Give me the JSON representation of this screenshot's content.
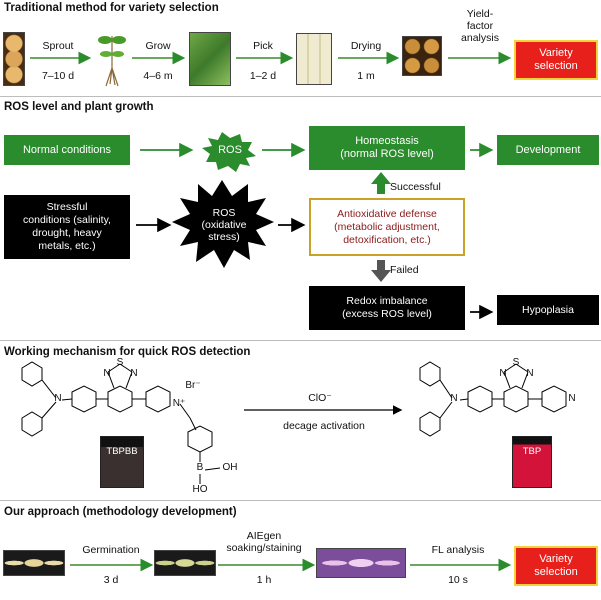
{
  "sections": {
    "s1": "Traditional method for variety selection",
    "s2": "ROS level and plant growth",
    "s3": "Working mechanism for quick ROS detection",
    "s4": "Our approach (methodology development)"
  },
  "traditional": {
    "steps": [
      {
        "top": "Sprout",
        "bottom": "7–10 d"
      },
      {
        "top": "Grow",
        "bottom": "4–6 m"
      },
      {
        "top": "Pick",
        "bottom": "1–2 d"
      },
      {
        "top": "Drying",
        "bottom": "1 m"
      }
    ],
    "yield_label": "Yield-\nfactor\nanalysis",
    "result": "Variety\nselection"
  },
  "ros": {
    "normal": "Normal conditions",
    "ros_small": "ROS",
    "homeostasis": "Homeostasis\n(normal ROS level)",
    "development": "Development",
    "stress": "Stressful\nconditions (salinity,\ndrought, heavy\nmetals, etc.)",
    "ros_big": "ROS\n(oxidative\nstress)",
    "antioxidative": "Antioxidative defense\n(metabolic adjustment,\ndetoxification, etc.)",
    "successful": "Successful",
    "failed": "Failed",
    "redox": "Redox imbalance\n(excess ROS level)",
    "hypoplasia": "Hypoplasia"
  },
  "mechanism": {
    "reagent": "ClO⁻",
    "reaction": "decage activation",
    "left_label": "TBPBB",
    "right_label": "TBP",
    "br": "Br⁻",
    "n_plus": "N⁺",
    "b": "B",
    "oh1": "OH",
    "oh2": "HO",
    "s": "S",
    "n": "N"
  },
  "approach": {
    "steps": [
      {
        "top": "Germination",
        "bottom": "3 d"
      },
      {
        "top": "AIEgen\nsoaking/staining",
        "bottom": "1 h"
      },
      {
        "top": "FL analysis",
        "bottom": "10 s"
      }
    ],
    "result": "Variety\nselection"
  },
  "colors": {
    "green": "#2a8c2c",
    "black": "#000000",
    "red": "#e8201c",
    "border_gold": "#c9a227"
  }
}
